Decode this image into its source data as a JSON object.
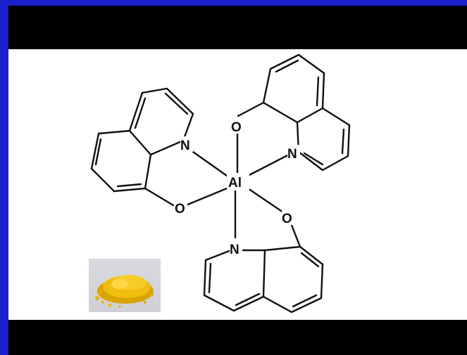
{
  "colors": {
    "outer_border": "#1a1fcf",
    "letterbox": "#000000",
    "panel": "#ffffff",
    "bond": "#111111",
    "powder": "#e8b400"
  },
  "molecule": {
    "center_atom": "Al",
    "labels": {
      "n_left": "N",
      "o_left": "O",
      "o_top": "O",
      "n_top": "N",
      "n_bottom": "N",
      "o_bottom": "O"
    }
  },
  "photo": {
    "icon": "yellow-powder-photo"
  }
}
